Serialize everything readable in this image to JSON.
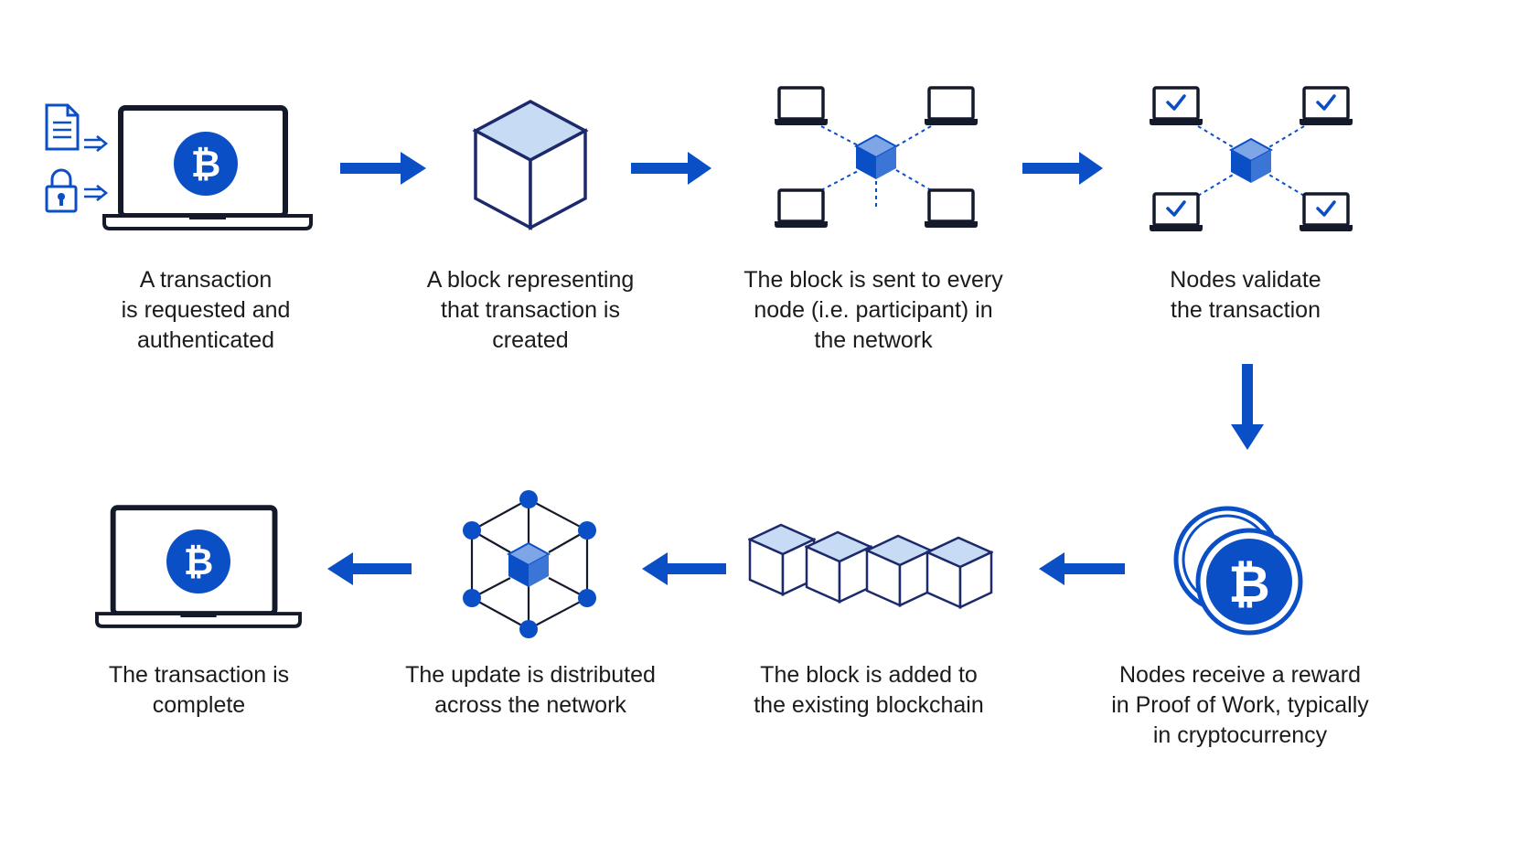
{
  "colors": {
    "accent": "#0b4fc6",
    "accent_light": "#c7dbf5",
    "dark": "#141a2a",
    "line": "#1c2a6b"
  },
  "steps": [
    {
      "id": 1,
      "caption": "A transaction\nis requested and\nauthenticated",
      "icon": "laptop-bitcoin-icon"
    },
    {
      "id": 2,
      "caption": "A block representing\nthat transaction is\ncreated",
      "icon": "block-icon"
    },
    {
      "id": 3,
      "caption": "The block is sent to every\nnode (i.e. participant) in\nthe network",
      "icon": "network-broadcast-icon"
    },
    {
      "id": 4,
      "caption": "Nodes validate\nthe transaction",
      "icon": "nodes-validate-icon"
    },
    {
      "id": 5,
      "caption": "Nodes receive a reward\nin Proof of Work, typically\nin cryptocurrency",
      "icon": "coins-reward-icon"
    },
    {
      "id": 6,
      "caption": "The block is added to\nthe existing blockchain",
      "icon": "blockchain-icon"
    },
    {
      "id": 7,
      "caption": "The update is distributed\nacross the network",
      "icon": "distributed-network-icon"
    },
    {
      "id": 8,
      "caption": "The transaction is\ncomplete",
      "icon": "laptop-bitcoin-icon"
    }
  ],
  "bitcoin_symbol": "₿"
}
